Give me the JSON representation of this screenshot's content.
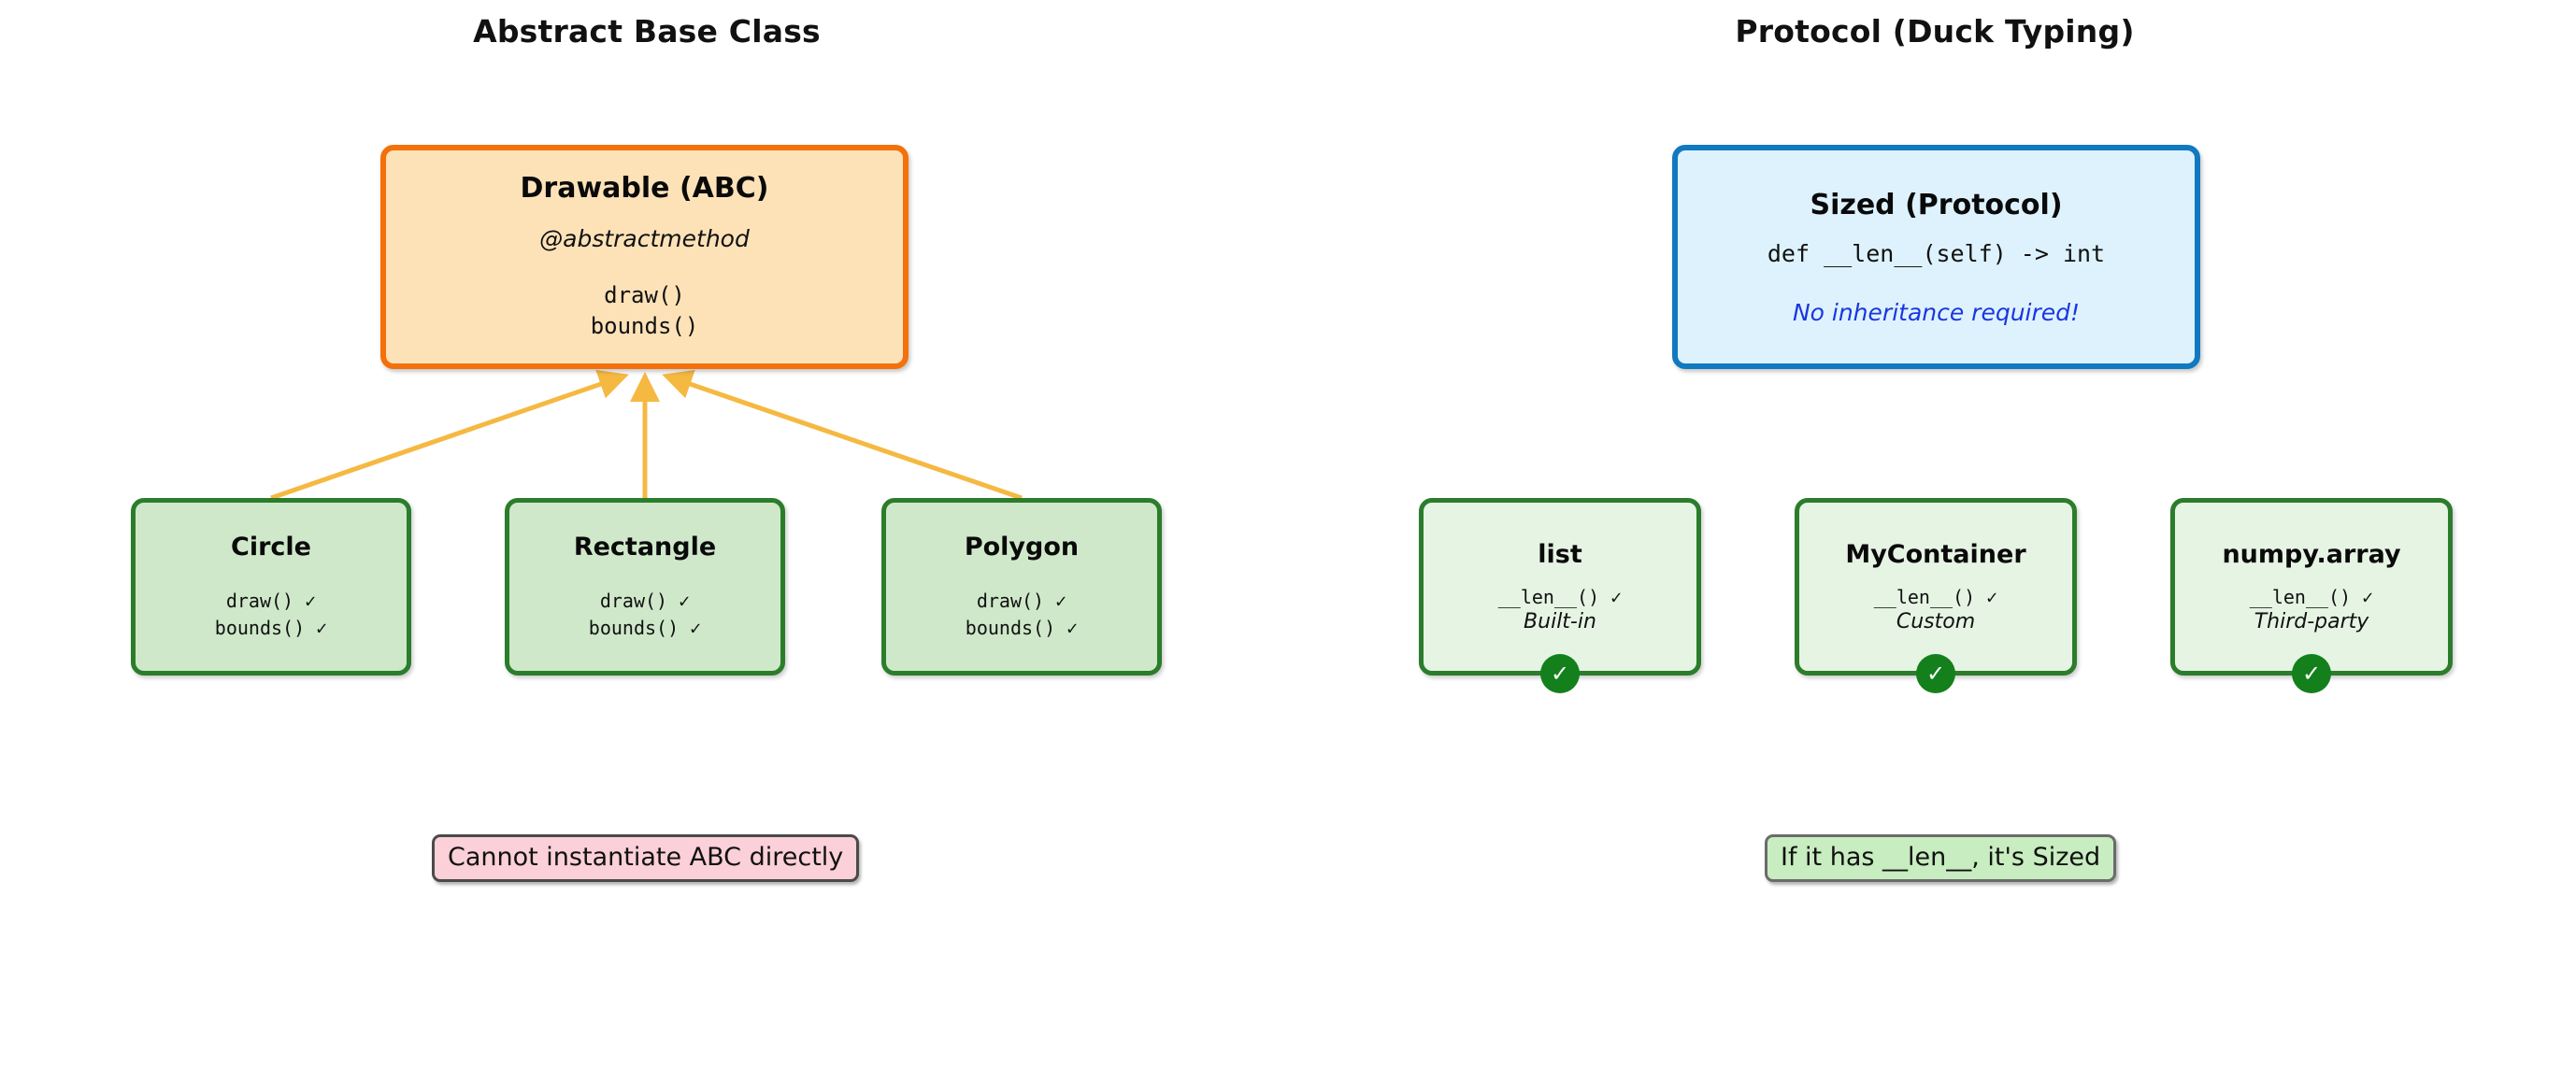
{
  "panels": {
    "left": {
      "title": "Abstract Base Class"
    },
    "right": {
      "title": "Protocol (Duck Typing)"
    }
  },
  "abc_node": {
    "title": "Drawable (ABC)",
    "decorator": "@abstractmethod",
    "method_1": "draw()",
    "method_2": "bounds()"
  },
  "protocol_node": {
    "title": "Sized (Protocol)",
    "signature": "def __len__(self) -> int",
    "note": "No inheritance required!",
    "note_color": "#1a36e0"
  },
  "subclasses": [
    {
      "name": "Circle",
      "method_1": "draw() ✓",
      "method_2": "bounds() ✓"
    },
    {
      "name": "Rectangle",
      "method_1": "draw() ✓",
      "method_2": "bounds() ✓"
    },
    {
      "name": "Polygon",
      "method_1": "draw() ✓",
      "method_2": "bounds() ✓"
    }
  ],
  "implementors": [
    {
      "name": "list",
      "method": "__len__() ✓",
      "kind": "Built-in",
      "badge": "✓"
    },
    {
      "name": "MyContainer",
      "method": "__len__() ✓",
      "kind": "Custom",
      "badge": "✓"
    },
    {
      "name": "numpy.array",
      "method": "__len__() ✓",
      "kind": "Third-party",
      "badge": "✓"
    }
  ],
  "callouts": {
    "left": "Cannot instantiate ABC directly",
    "right": "If it has __len__, it's Sized"
  },
  "colors": {
    "abc_border": "#f4700a",
    "abc_fill": "#fde2b8",
    "protocol_border": "#1179c0",
    "protocol_fill": "#ddf2fd",
    "green_border": "#2b7d2b",
    "subclass_fill": "#cfe8ca",
    "implementor_fill": "#e6f4e4",
    "arrow": "#f5b942",
    "badge": "#13801b",
    "callout_left_fill": "#fbd0d8",
    "callout_right_fill": "#c8edc0"
  }
}
